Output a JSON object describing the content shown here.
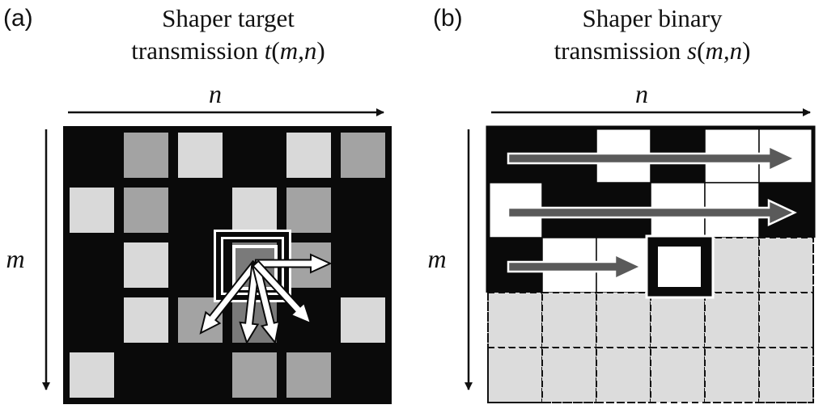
{
  "panel_a": {
    "label": "(a)",
    "title_line1": "Shaper target",
    "title_line2_prefix": "transmission ",
    "title_line2_fn": "t",
    "title_line2_open": "(",
    "title_line2_args": "m,n",
    "title_line2_close": ")",
    "axis_n": "n",
    "axis_m": "m",
    "grid": [
      [
        "#0a0a0a",
        "#a3a3a3",
        "#d9d9d9",
        "#0a0a0a",
        "#d9d9d9",
        "#a3a3a3"
      ],
      [
        "#d9d9d9",
        "#a3a3a3",
        "#0a0a0a",
        "#d9d9d9",
        "#a3a3a3",
        "#0a0a0a"
      ],
      [
        "#0a0a0a",
        "#d9d9d9",
        "#0a0a0a",
        "#7a7a7a",
        "#a3a3a3",
        "#0a0a0a"
      ],
      [
        "#0a0a0a",
        "#d9d9d9",
        "#a3a3a3",
        "#7a7a7a",
        "#0a0a0a",
        "#d9d9d9"
      ],
      [
        "#d9d9d9",
        "#0a0a0a",
        "#0a0a0a",
        "#a3a3a3",
        "#a3a3a3",
        "#0a0a0a"
      ]
    ]
  },
  "panel_b": {
    "label": "(b)",
    "title_line1": "Shaper binary",
    "title_line2_prefix": "transmission ",
    "title_line2_fn": "s",
    "title_line2_open": "(",
    "title_line2_args": "m,n",
    "title_line2_close": ")",
    "axis_n": "n",
    "axis_m": "m",
    "grid": [
      [
        "B",
        "B",
        "W",
        "B",
        "W",
        "W"
      ],
      [
        "W",
        "B",
        "B",
        "W",
        "W",
        "B"
      ],
      [
        "B",
        "W",
        "W",
        "X",
        "U",
        "U"
      ],
      [
        "U",
        "U",
        "U",
        "U",
        "U",
        "U"
      ],
      [
        "U",
        "U",
        "U",
        "U",
        "U",
        "U"
      ]
    ]
  },
  "colors": {
    "black": "#0a0a0a",
    "white": "#ffffff",
    "undetermined": "#dcdcdc",
    "arrow_gray": "#5a5a5a"
  }
}
